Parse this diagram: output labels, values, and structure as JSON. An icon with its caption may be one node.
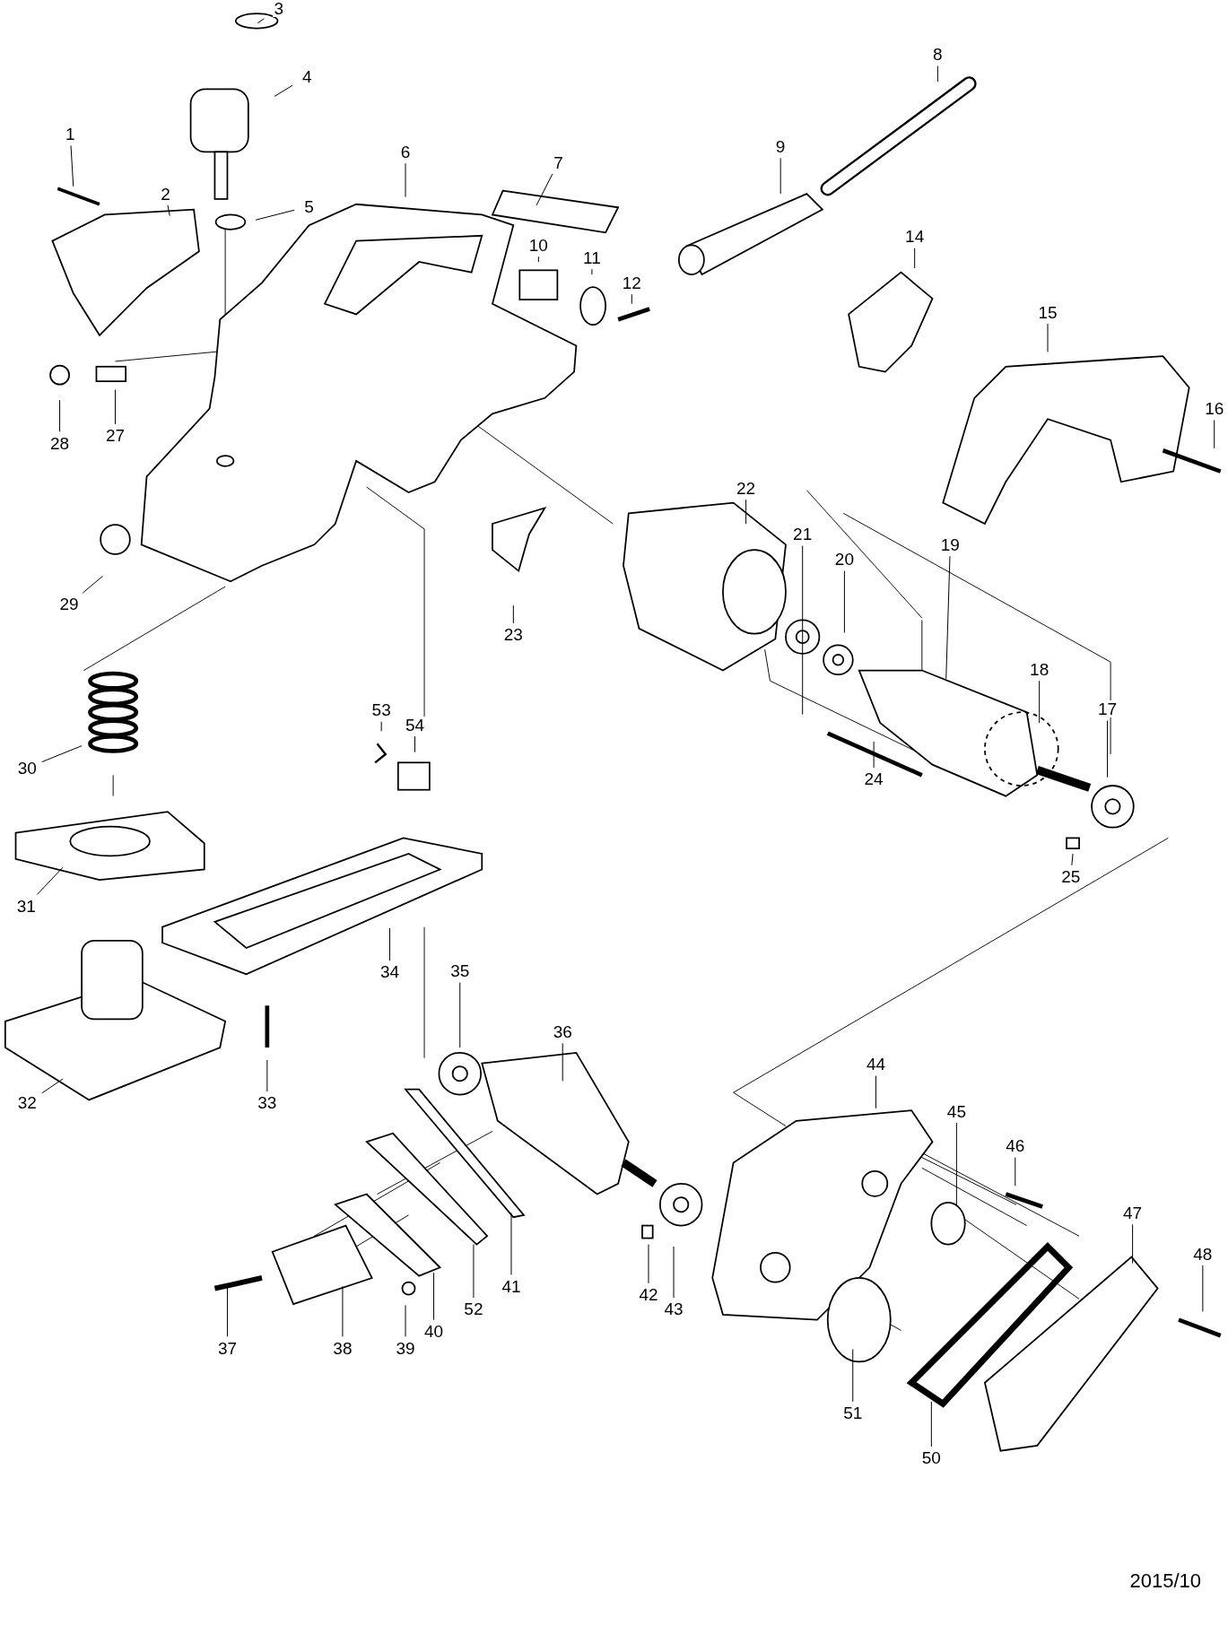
{
  "diagram": {
    "nodes": [
      {
        "text": [
          "1"
        ]
      },
      {
        "text": [
          "2"
        ]
      },
      {
        "text": [
          "3"
        ]
      },
      {
        "text": [
          "4"
        ]
      },
      {
        "text": [
          "5"
        ]
      },
      {
        "text": [
          "6"
        ]
      },
      {
        "text": [
          "7"
        ]
      },
      {
        "text": [
          "8"
        ]
      },
      {
        "text": [
          "9"
        ]
      },
      {
        "text": [
          "10"
        ]
      },
      {
        "text": [
          "11"
        ]
      },
      {
        "text": [
          "12"
        ]
      },
      {
        "text": [
          "14"
        ]
      },
      {
        "text": [
          "15"
        ]
      },
      {
        "text": [
          "16"
        ]
      },
      {
        "text": [
          "17"
        ]
      },
      {
        "text": [
          "18"
        ]
      },
      {
        "text": [
          "19"
        ]
      },
      {
        "text": [
          "20"
        ]
      },
      {
        "text": [
          "21"
        ]
      },
      {
        "text": [
          "22"
        ]
      },
      {
        "text": [
          "23"
        ]
      },
      {
        "text": [
          "24"
        ]
      },
      {
        "text": [
          "25"
        ]
      },
      {
        "text": [
          "27"
        ]
      },
      {
        "text": [
          "28"
        ]
      },
      {
        "text": [
          "29"
        ]
      },
      {
        "text": [
          "30"
        ]
      },
      {
        "text": [
          "31"
        ]
      },
      {
        "text": [
          "32"
        ]
      },
      {
        "text": [
          "33"
        ]
      },
      {
        "text": [
          "34"
        ]
      },
      {
        "text": [
          "35"
        ]
      },
      {
        "text": [
          "36"
        ]
      },
      {
        "text": [
          "37"
        ]
      },
      {
        "text": [
          "38"
        ]
      },
      {
        "text": [
          "39"
        ]
      },
      {
        "text": [
          "40"
        ]
      },
      {
        "text": [
          "41"
        ]
      },
      {
        "text": [
          "42"
        ]
      },
      {
        "text": [
          "43"
        ]
      },
      {
        "text": [
          "44"
        ]
      },
      {
        "text": [
          "45"
        ]
      },
      {
        "text": [
          "46"
        ]
      },
      {
        "text": [
          "47"
        ]
      },
      {
        "text": [
          "48"
        ]
      },
      {
        "text": [
          "50"
        ]
      },
      {
        "text": [
          "51"
        ]
      },
      {
        "text": [
          "52"
        ]
      },
      {
        "text": [
          "53"
        ]
      },
      {
        "text": [
          "54"
        ]
      }
    ],
    "edges": [
      {
        "from": 0,
        "to": null,
        "arrow": "none"
      },
      {
        "from": 1,
        "to": null,
        "arrow": "none"
      },
      {
        "from": 2,
        "to": null,
        "arrow": "none"
      },
      {
        "from": 3,
        "to": null,
        "arrow": "none"
      },
      {
        "from": 4,
        "to": null,
        "arrow": "none"
      },
      {
        "from": 5,
        "to": null,
        "arrow": "none"
      },
      {
        "from": 6,
        "to": null,
        "arrow": "none"
      },
      {
        "from": 7,
        "to": null,
        "arrow": "none"
      },
      {
        "from": 8,
        "to": null,
        "arrow": "none"
      },
      {
        "from": 9,
        "to": null,
        "arrow": "none"
      },
      {
        "from": 10,
        "to": null,
        "arrow": "none"
      },
      {
        "from": 11,
        "to": null,
        "arrow": "none"
      },
      {
        "from": 12,
        "to": null,
        "arrow": "none"
      },
      {
        "from": 13,
        "to": null,
        "arrow": "none"
      },
      {
        "from": 14,
        "to": null,
        "arrow": "none"
      },
      {
        "from": 15,
        "to": null,
        "arrow": "none"
      },
      {
        "from": 16,
        "to": null,
        "arrow": "none"
      },
      {
        "from": 17,
        "to": null,
        "arrow": "none"
      },
      {
        "from": 18,
        "to": null,
        "arrow": "none"
      },
      {
        "from": 19,
        "to": null,
        "arrow": "none"
      },
      {
        "from": 20,
        "to": null,
        "arrow": "none"
      },
      {
        "from": 21,
        "to": null,
        "arrow": "none"
      },
      {
        "from": 22,
        "to": null,
        "arrow": "none"
      },
      {
        "from": 23,
        "to": null,
        "arrow": "none"
      },
      {
        "from": 24,
        "to": null,
        "arrow": "none"
      },
      {
        "from": 25,
        "to": null,
        "arrow": "none"
      },
      {
        "from": 26,
        "to": null,
        "arrow": "none"
      },
      {
        "from": 27,
        "to": null,
        "arrow": "none"
      },
      {
        "from": 28,
        "to": null,
        "arrow": "none"
      },
      {
        "from": 29,
        "to": null,
        "arrow": "none"
      },
      {
        "from": 30,
        "to": null,
        "arrow": "none"
      },
      {
        "from": 31,
        "to": null,
        "arrow": "none"
      },
      {
        "from": 32,
        "to": null,
        "arrow": "none"
      },
      {
        "from": 33,
        "to": null,
        "arrow": "none"
      },
      {
        "from": 34,
        "to": null,
        "arrow": "none"
      },
      {
        "from": 35,
        "to": null,
        "arrow": "none"
      },
      {
        "from": 36,
        "to": null,
        "arrow": "none"
      },
      {
        "from": 37,
        "to": null,
        "arrow": "none"
      },
      {
        "from": 38,
        "to": null,
        "arrow": "none"
      },
      {
        "from": 39,
        "to": null,
        "arrow": "none"
      },
      {
        "from": 40,
        "to": null,
        "arrow": "none"
      },
      {
        "from": 41,
        "to": null,
        "arrow": "none"
      },
      {
        "from": 42,
        "to": null,
        "arrow": "none"
      },
      {
        "from": 43,
        "to": null,
        "arrow": "none"
      },
      {
        "from": 44,
        "to": null,
        "arrow": "none"
      },
      {
        "from": 45,
        "to": null,
        "arrow": "none"
      },
      {
        "from": 46,
        "to": null,
        "arrow": "none"
      },
      {
        "from": 47,
        "to": null,
        "arrow": "none"
      },
      {
        "from": 48,
        "to": null,
        "arrow": "none"
      },
      {
        "from": 49,
        "to": null,
        "arrow": "none"
      },
      {
        "from": 50,
        "to": null,
        "arrow": "none"
      }
    ],
    "labels": [
      "2015/10"
    ]
  }
}
